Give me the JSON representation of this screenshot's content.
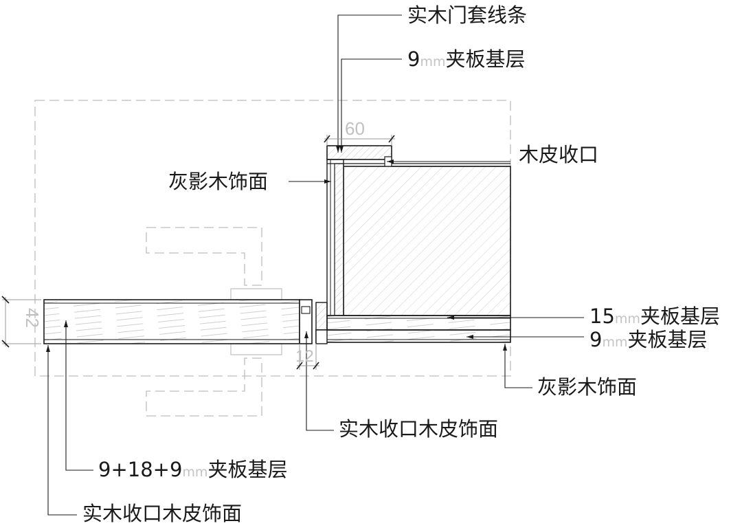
{
  "colors": {
    "line": "#1a1a1a",
    "hatch": "#b8b8b8",
    "dash": "#bdbdbd",
    "dimension": "#c0c0c0"
  },
  "labels": {
    "door_casing_trim": "实木门套线条",
    "plywood_9_top_num": "9",
    "plywood_9_top_unit": "mm",
    "plywood_9_top_text": "夹板基层",
    "veneer_edge_top": "木皮收口",
    "gray_wood_left": "灰影木饰面",
    "plywood_15_num": "15",
    "plywood_15_unit": "mm",
    "plywood_15_text": "夹板基层",
    "plywood_9_right_num": "9",
    "plywood_9_right_unit": "mm",
    "plywood_9_right_text": "夹板基层",
    "gray_wood_right": "灰影木饰面",
    "solid_wood_edge_mid": "实木收口木皮饰面",
    "plywood_stack_num": "9+18+9",
    "plywood_stack_unit": "mm",
    "plywood_stack_text": "夹板基层",
    "solid_wood_edge_bottom": "实木收口木皮饰面"
  },
  "dimensions": {
    "casing_width": "60",
    "door_thickness": "42",
    "gap": "12"
  }
}
